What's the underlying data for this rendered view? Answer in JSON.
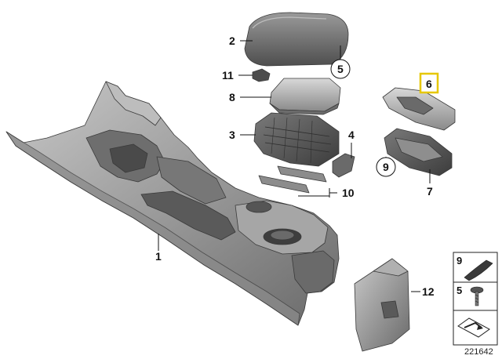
{
  "callouts": {
    "p1": "1",
    "p2": "2",
    "p3": "3",
    "p4": "4",
    "p5": "5",
    "p6": "6",
    "p7": "7",
    "p8": "8",
    "p9": "9",
    "p10": "10",
    "p11": "11",
    "p12": "12"
  },
  "legend": {
    "item_top": "9",
    "item_bottom": "5"
  },
  "diagram_id": "221642",
  "colors": {
    "highlight": "#e6c700",
    "part_fill": "#9e9e9e",
    "part_dark": "#5c5c5c"
  }
}
